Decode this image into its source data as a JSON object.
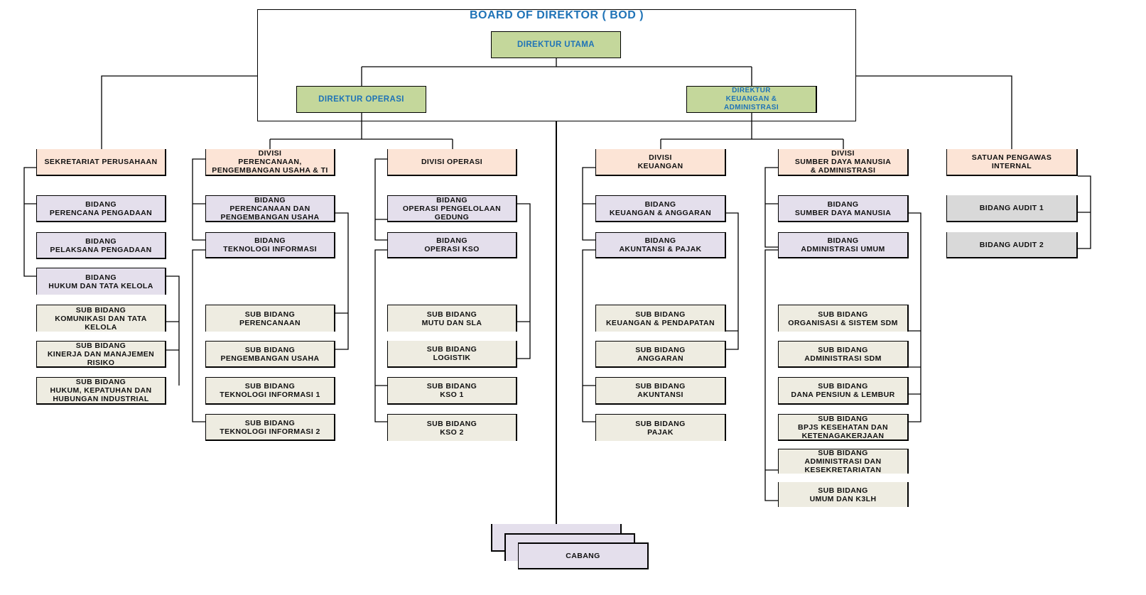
{
  "chart": {
    "title": "BOARD OF DIREKTOR ( BOD )",
    "colors": {
      "director": "#c4d79b",
      "director_text": "#1f73b7",
      "division": "#fce4d6",
      "bidang": "#e4dfec",
      "sub_bidang": "#eeece1",
      "audit": "#d9d9d9",
      "branch": "#e4dfec"
    },
    "directors": {
      "utama": "DIREKTUR UTAMA",
      "operasi": "DIREKTUR OPERASI",
      "keuangan": "DIREKTUR\nKEUANGAN &\nADMINISTRASI"
    },
    "sekretariat": {
      "title": "SEKRETARIAT PERUSAHAAN",
      "bidang": [
        "BIDANG\nPERENCANA PENGADAAN",
        "BIDANG\nPELAKSANA PENGADAAN",
        "BIDANG\nHUKUM DAN TATA KELOLA"
      ],
      "sub_bidang": [
        "SUB BIDANG\nKOMUNIKASI DAN TATA\nKELOLA",
        "SUB BIDANG\nKINERJA DAN MANAJEMEN\nRISIKO",
        "SUB BIDANG\nHUKUM, KEPATUHAN DAN\nHUBUNGAN INDUSTRIAL"
      ]
    },
    "div_perencanaan": {
      "title": "DIVISI\nPERENCANAAN,\nPENGEMBANGAN USAHA & TI",
      "bidang": [
        "BIDANG\nPERENCANAAN DAN\nPENGEMBANGAN USAHA",
        "BIDANG\nTEKNOLOGI INFORMASI"
      ],
      "sub_bidang": [
        "SUB BIDANG\nPERENCANAAN",
        "SUB BIDANG\nPENGEMBANGAN USAHA",
        "SUB BIDANG\nTEKNOLOGI INFORMASI 1",
        "SUB BIDANG\nTEKNOLOGI INFORMASI 2"
      ]
    },
    "div_operasi": {
      "title": "DIVISI OPERASI",
      "bidang": [
        "BIDANG\nOPERASI PENGELOLAAN\nGEDUNG",
        "BIDANG\nOPERASI KSO"
      ],
      "sub_bidang": [
        "SUB BIDANG\nMUTU DAN SLA",
        "SUB BIDANG\nLOGISTIK",
        "SUB BIDANG\nKSO 1",
        "SUB BIDANG\nKSO 2"
      ]
    },
    "div_keuangan": {
      "title": "DIVISI\nKEUANGAN",
      "bidang": [
        "BIDANG\nKEUANGAN & ANGGARAN",
        "BIDANG\nAKUNTANSI & PAJAK"
      ],
      "sub_bidang": [
        "SUB BIDANG\nKEUANGAN & PENDAPATAN",
        "SUB BIDANG\nANGGARAN",
        "SUB BIDANG\nAKUNTANSI",
        "SUB BIDANG\nPAJAK"
      ]
    },
    "div_sdm": {
      "title": "DIVISI\nSUMBER DAYA MANUSIA\n& ADMINISTRASI",
      "bidang": [
        "BIDANG\nSUMBER DAYA MANUSIA",
        "BIDANG\nADMINISTRASI UMUM"
      ],
      "sub_bidang": [
        "SUB BIDANG\nORGANISASI & SISTEM SDM",
        "SUB BIDANG\nADMINISTRASI SDM",
        "SUB BIDANG\nDANA PENSIUN & LEMBUR",
        "SUB BIDANG\nBPJS KESEHATAN DAN\nKETENAGAKERJAAN",
        "SUB BIDANG\nADMINISTRASI DAN\nKESEKRETARIATAN",
        "SUB BIDANG\nUMUM  DAN K3LH"
      ]
    },
    "spi": {
      "title": "SATUAN PENGAWAS\nINTERNAL",
      "bidang": [
        "BIDANG AUDIT 1",
        "BIDANG AUDIT 2"
      ]
    },
    "cabang": "CABANG"
  }
}
